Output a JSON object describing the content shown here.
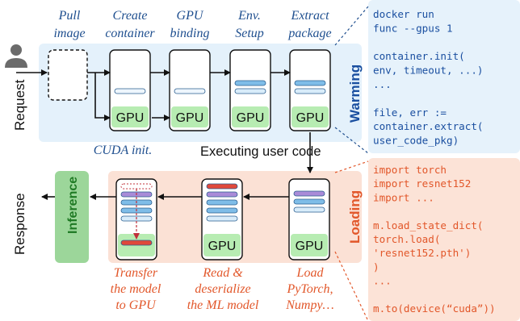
{
  "colors": {
    "warming_bg": "#e4f1fb",
    "loading_bg": "#fbe1d5",
    "gpu_green": "#b7ecb2",
    "inference_green": "#9cd69a",
    "blue_bar": "#7fbde8",
    "purple_bar": "#a98bd8",
    "red_bar": "#e0483b",
    "code_blue_bg": "#e6f2fb",
    "code_orange_bg": "#fce3d7",
    "warming_text": "#1a4fa0",
    "loading_text": "#e2572a"
  },
  "top_stages": [
    {
      "line1": "Pull",
      "line2": "image"
    },
    {
      "line1": "Create",
      "line2": "container"
    },
    {
      "line1": "GPU",
      "line2": "binding"
    },
    {
      "line1": "Env.",
      "line2": "Setup"
    },
    {
      "line1": "Extract",
      "line2": "package"
    }
  ],
  "bottom_stages": [
    {
      "line1": "Transfer",
      "line2": "the model",
      "line3": "to GPU"
    },
    {
      "line1": "Read &",
      "line2": "deserialize",
      "line3": "the ML model"
    },
    {
      "line1": "Load",
      "line2": "PyTorch,",
      "line3": "Numpy…"
    }
  ],
  "gpu_label": "GPU",
  "cuda_label": "CUDA init.",
  "executing_label": "Executing user code",
  "warming_label": "Warming",
  "loading_label": "Loading",
  "inference_label": "Inference",
  "request_label": "Request",
  "response_label": "Response",
  "warming_code": [
    "docker run",
    " func --gpus 1",
    "",
    "container.init(",
    " env, timeout, ...)",
    "...",
    "",
    "file, err :=",
    "container.extract(",
    " user_code_pkg)"
  ],
  "loading_code": [
    "import torch",
    "import resnet152",
    "import ...",
    "",
    "m.load_state_dict(",
    " torch.load(",
    "  'resnet152.pth')",
    ")",
    "...",
    "",
    "m.to(device(“cuda”))"
  ]
}
